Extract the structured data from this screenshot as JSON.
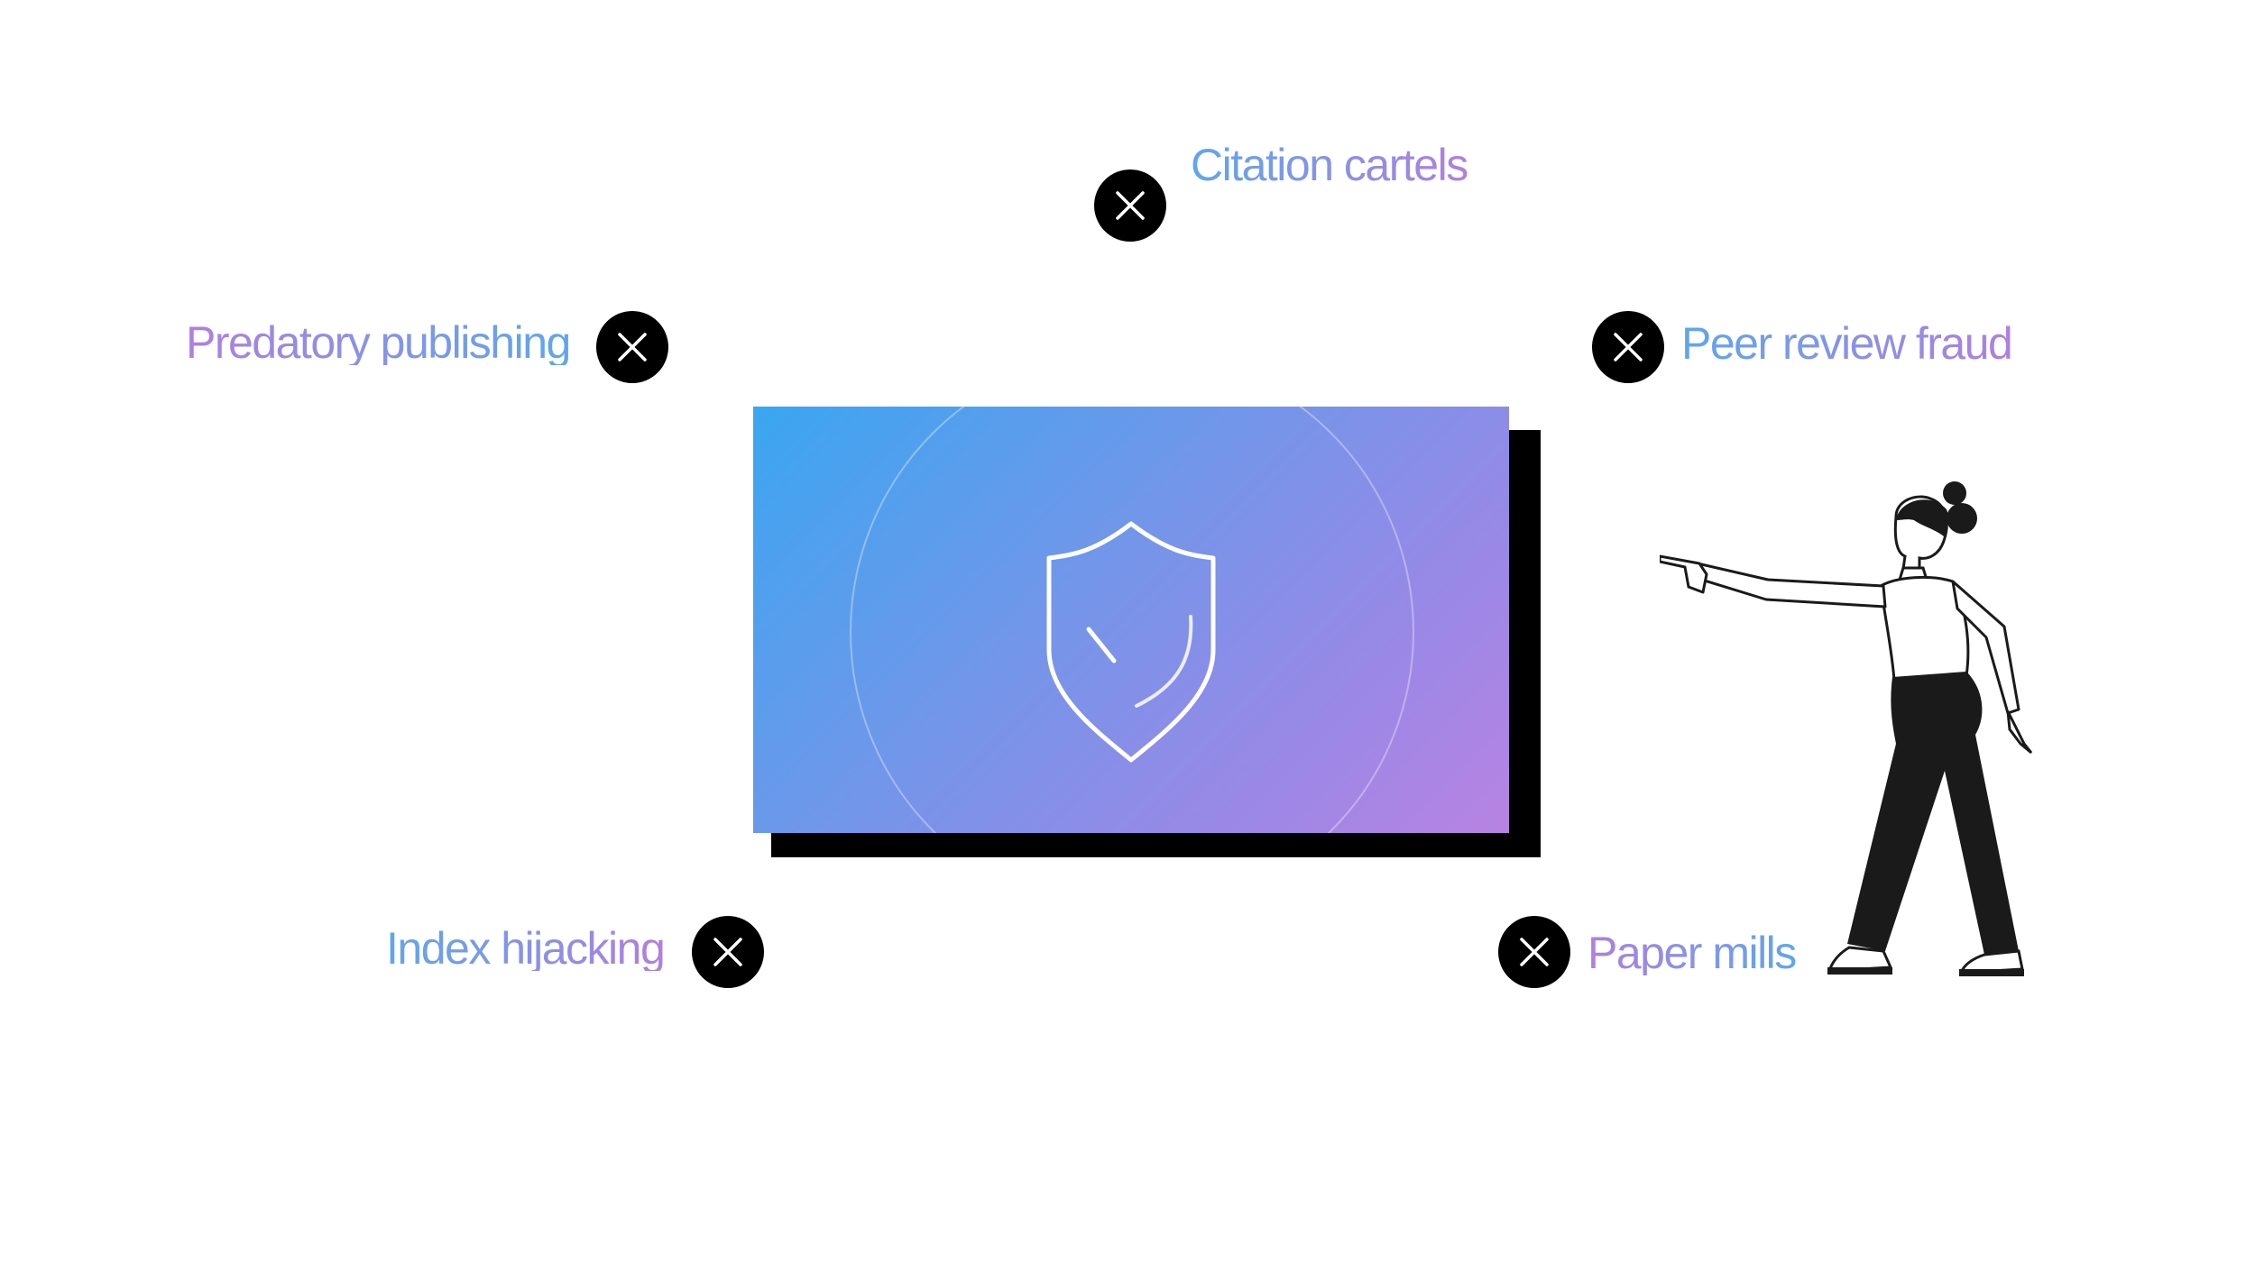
{
  "labels": {
    "citation_cartels": "Citation cartels",
    "predatory_publishing": "Predatory publishing",
    "peer_review_fraud": "Peer review fraud",
    "index_hijacking": "Index hijacking",
    "paper_mills": "Paper mills"
  },
  "colors": {
    "label_gradient_start": "#b07fe0",
    "label_gradient_end": "#5ea7ec",
    "card_gradient_start": "#3aa6f1",
    "card_gradient_end": "#b883e2",
    "icon_fill": "#000000",
    "icon_stroke": "#ffffff"
  },
  "icons": {
    "marker": "close-icon",
    "card_symbol": "shield-check-icon",
    "figure": "pointing-woman-illustration"
  }
}
